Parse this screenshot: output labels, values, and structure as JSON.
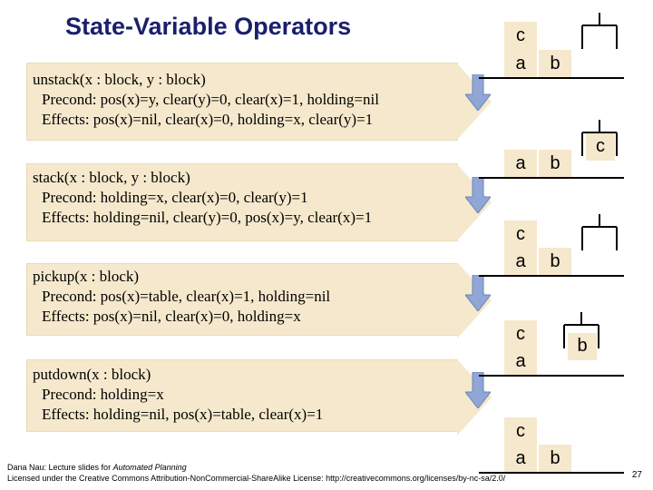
{
  "title": "State-Variable Operators",
  "operators": [
    {
      "signature": "unstack(x : block, y : block)",
      "precond": "Precond:  pos(x)=y, clear(y)=0, clear(x)=1, holding=nil",
      "effects": "Effects:  pos(x)=nil, clear(x)=0, holding=x, clear(y)=1"
    },
    {
      "signature": "stack(x : block, y : block)",
      "precond": "Precond:   holding=x, clear(x)=0, clear(y)=1",
      "effects": "Effects:   holding=nil, clear(y)=0, pos(x)=y, clear(x)=1"
    },
    {
      "signature": "pickup(x : block)",
      "precond": "Precond:  pos(x)=table, clear(x)=1, holding=nil",
      "effects": "Effects:  pos(x)=nil, clear(x)=0, holding=x"
    },
    {
      "signature": "putdown(x : block)",
      "precond": "Precond:  holding=x",
      "effects": "Effects:  holding=nil, pos(x)=table, clear(x)=1"
    }
  ],
  "states": [
    {
      "blocks": [
        "c",
        "a",
        "b"
      ]
    },
    {
      "blocks": [
        "a",
        "b",
        "c"
      ]
    },
    {
      "blocks": [
        "c",
        "a",
        "b"
      ]
    },
    {
      "blocks": [
        "c",
        "a",
        "b"
      ]
    },
    {
      "blocks": [
        "c",
        "a",
        "b"
      ]
    }
  ],
  "footer": {
    "line1_prefix": "Dana Nau: Lecture slides for ",
    "line1_italic": "Automated Planning",
    "line2": "Licensed under the Creative Commons Attribution-NonCommercial-ShareAlike License: http://creativecommons.org/licenses/by-nc-sa/2.0/"
  },
  "page_number": "27",
  "colors": {
    "box_fill": "#f5e8cc",
    "title": "#1a1f6b",
    "arrow_fill": "#8fa6d6"
  }
}
